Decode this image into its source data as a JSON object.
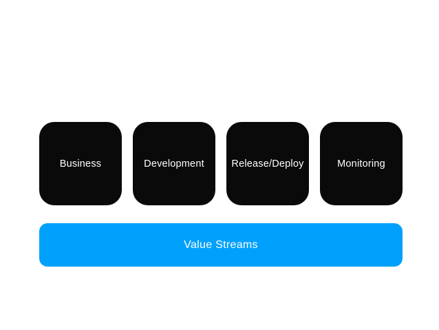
{
  "theme": {
    "canvas_background": "#ffffff",
    "stage_fill": "#0a0a0a",
    "stage_text_color": "#ffffff",
    "accent_blue": "#00a1fc",
    "bar_text_color": "#ffffff"
  },
  "diagram": {
    "stages": [
      {
        "label": "Business"
      },
      {
        "label": "Development"
      },
      {
        "label": "Release/Deploy"
      },
      {
        "label": "Monitoring"
      }
    ],
    "value_stream_bar": {
      "label": "Value Streams"
    }
  }
}
